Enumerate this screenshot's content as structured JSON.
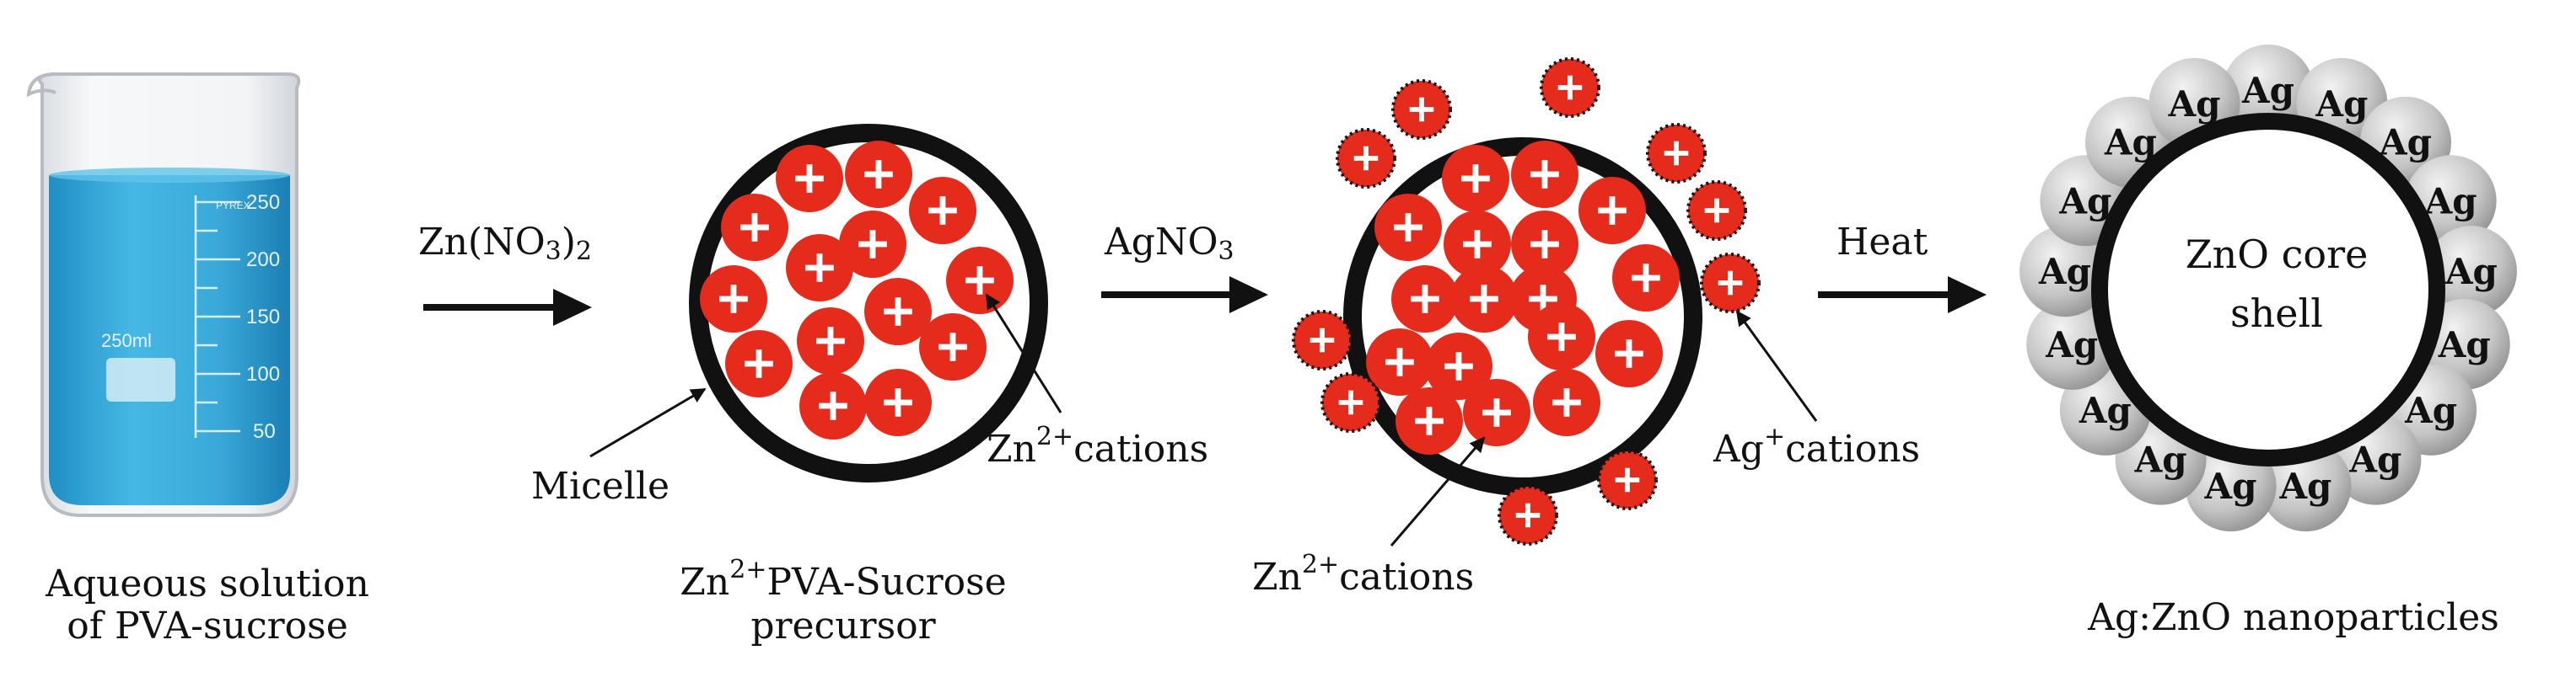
{
  "beaker": {
    "brand": "PYREX",
    "volume": "250ml",
    "scale": [
      "250",
      "200",
      "150",
      "100",
      "50"
    ],
    "caption_line1": "Aqueous solution",
    "caption_line2": "of PVA-sucrose"
  },
  "step1": {
    "reagent_main": "Zn(NO",
    "reagent_sub1": "3",
    "reagent_close": ")",
    "reagent_sub2": "2"
  },
  "precursor": {
    "micelle_label": "Micelle",
    "cations_base": "Zn",
    "cations_sup": "2+",
    "cations_text": "cations",
    "caption_base": "Zn",
    "caption_sup": "2+",
    "caption_rest": "PVA-Sucrose",
    "caption_line2": "precursor"
  },
  "step2": {
    "reagent_main": "AgNO",
    "reagent_sub": "3"
  },
  "doped": {
    "ag_base": "Ag",
    "ag_sup": "+",
    "ag_text": "cations",
    "zn_base": "Zn",
    "zn_sup": "2+",
    "zn_text": "cations"
  },
  "step3": {
    "reagent": "Heat"
  },
  "nanoparticle": {
    "core_line1": "ZnO core",
    "core_line2": "shell",
    "shell_label": "Ag",
    "shell_count": 17,
    "caption": "Ag:ZnO nanoparticles"
  },
  "colors": {
    "liquid": "#35a8d8",
    "cation": "#e52b1c",
    "ag_sphere": "#c4c4c4",
    "outline": "#111111"
  }
}
